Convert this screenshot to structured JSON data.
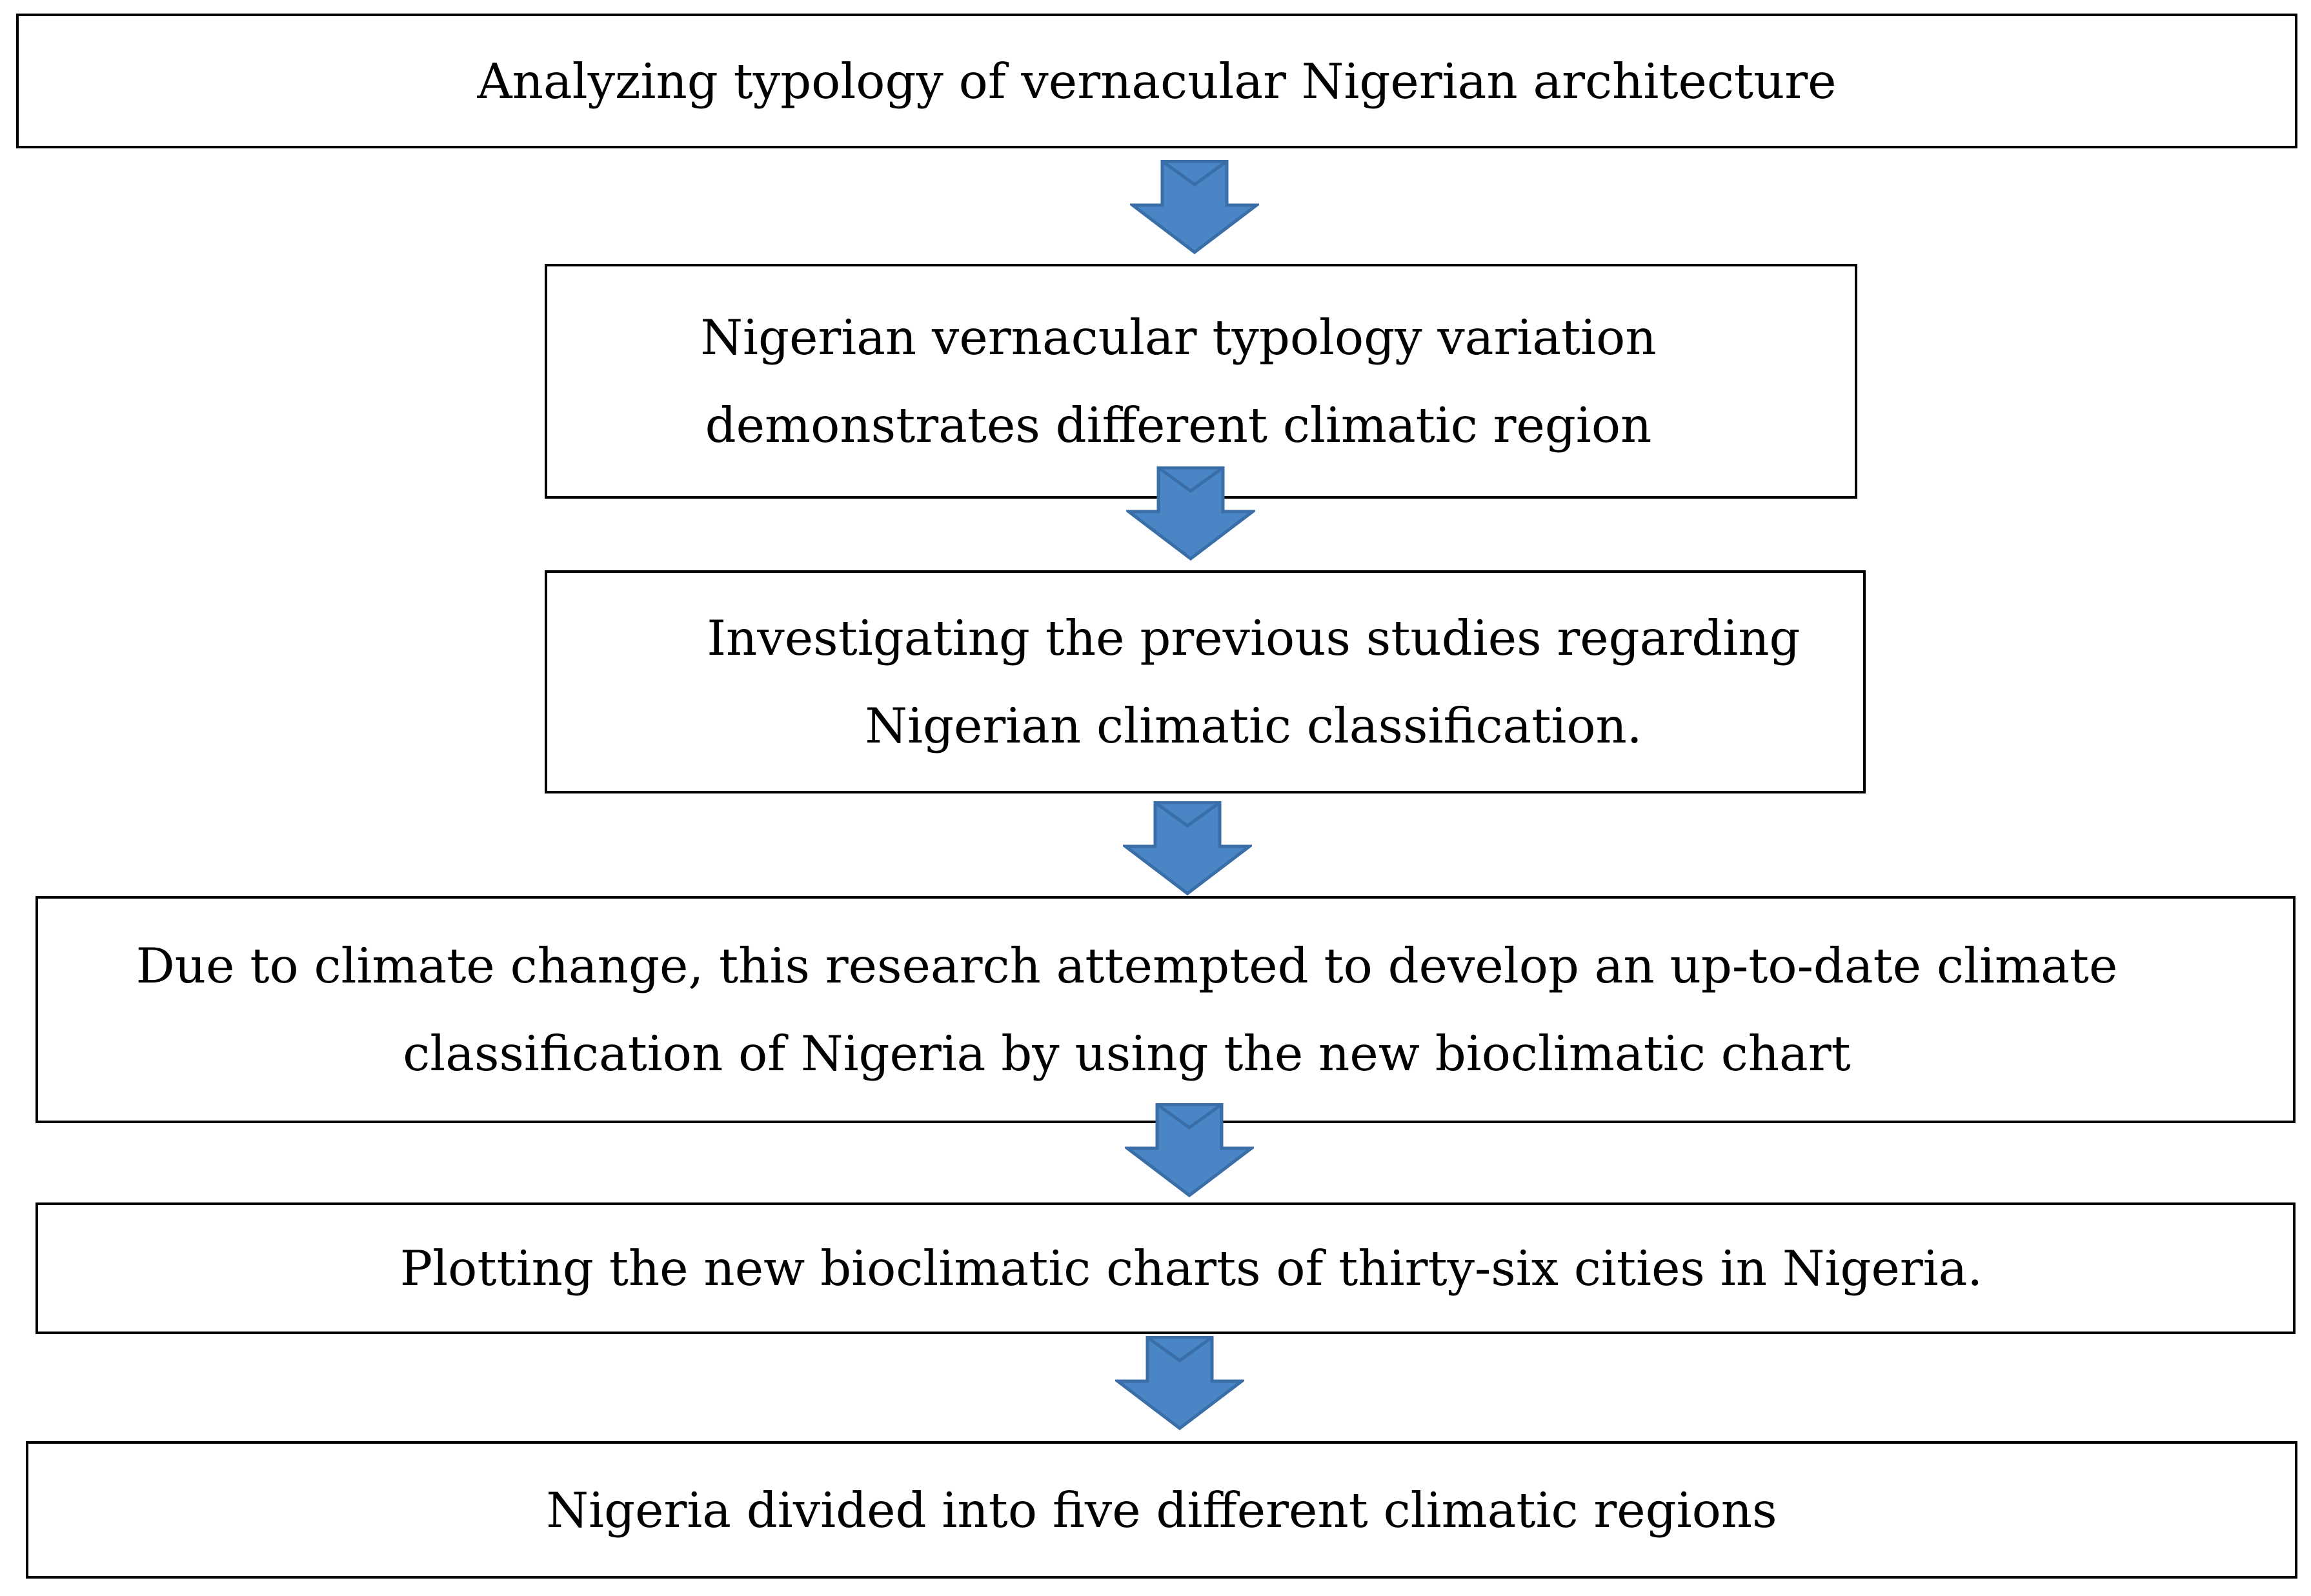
{
  "diagram": {
    "type": "flowchart",
    "direction": "top-to-bottom",
    "box_border_color": "#000000",
    "arrow_fill_color": "#4A86C5",
    "arrow_stroke_color": "#3A6EA8",
    "steps": [
      {
        "text": "Analyzing typology of vernacular Nigerian architecture"
      },
      {
        "text": "Nigerian vernacular typology variation\ndemonstrates different climatic region"
      },
      {
        "text": "Investigating the previous studies regarding\nNigerian climatic classification."
      },
      {
        "text": "Due to climate change, this research attempted to develop an up-to-date climate\nclassification of Nigeria by using the new bioclimatic chart"
      },
      {
        "text": "Plotting the new bioclimatic charts of thirty-six cities in Nigeria."
      },
      {
        "text": "Nigeria divided into five different climatic regions"
      }
    ],
    "arrows": [
      {
        "from": 0,
        "to": 1,
        "icon": "down-arrow-icon"
      },
      {
        "from": 1,
        "to": 2,
        "icon": "down-arrow-icon"
      },
      {
        "from": 2,
        "to": 3,
        "icon": "down-arrow-icon"
      },
      {
        "from": 3,
        "to": 4,
        "icon": "down-arrow-icon"
      },
      {
        "from": 4,
        "to": 5,
        "icon": "down-arrow-icon"
      }
    ]
  }
}
